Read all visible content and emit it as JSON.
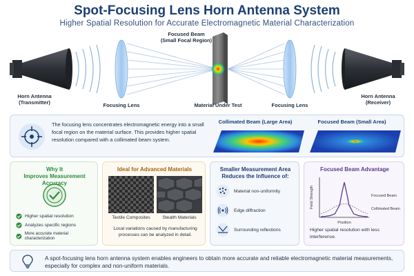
{
  "header": {
    "title": "Spot-Focusing Lens Horn Antenna System",
    "subtitle": "Higher Spatial Resolution for Accurate Electromagnetic Material Characterization"
  },
  "hero": {
    "tx_label": "Horn Antenna\n(Transmitter)",
    "lens_left_label": "Focusing Lens",
    "beam_label": "Focused Beam\n(Small Focal Region)",
    "mut_label": "Material Under Test",
    "lens_right_label": "Focusing Lens",
    "rx_label": "Horn Antenna\n(Receiver)"
  },
  "info": {
    "text": "The focusing lens concentrates electromagnetic energy into a small focal region on the material surface. This provides higher spatial resolution compared with a collimated beam system.",
    "collimated_caption": "Collimated Beam (Large Area)",
    "focused_caption": "Focused Beam (Small Area)",
    "icon": "target-crosshair-icon"
  },
  "accuracy_panel": {
    "title": "Why It\nImproves Measurement Accuracy",
    "items": [
      "Higher spatial resolution",
      "Analyzes specific regions",
      "More accurate material characterization"
    ]
  },
  "materials_panel": {
    "title": "Ideal for Advanced Materials",
    "image1_caption": "Textile Composites",
    "image2_caption": "Stealth Materials",
    "note": "Local variations caused by manufacturing processes can be analyzed in detail."
  },
  "area_panel": {
    "title": "Smaller Measurement Area\nReduces the Influence of:",
    "items": [
      "Material non-uniformity",
      "Edge diffraction",
      "Surrounding reflections"
    ]
  },
  "chart_panel": {
    "title": "Focused Beam Advantage",
    "note": "Higher spatial resolution with less interference."
  },
  "chart_data": {
    "type": "line",
    "title": "Focused Beam Advantage",
    "xlabel": "Position",
    "ylabel": "Field Strength",
    "x": [
      -5,
      -4,
      -3,
      -2,
      -1,
      -0.5,
      0,
      0.5,
      1,
      2,
      3,
      4,
      5
    ],
    "series": [
      {
        "name": "Focused Beam",
        "values": [
          0.02,
          0.03,
          0.05,
          0.1,
          0.35,
          0.7,
          1.0,
          0.7,
          0.35,
          0.1,
          0.05,
          0.03,
          0.02
        ]
      },
      {
        "name": "Collimated Beam",
        "values": [
          0.1,
          0.15,
          0.22,
          0.3,
          0.36,
          0.38,
          0.39,
          0.38,
          0.36,
          0.3,
          0.22,
          0.15,
          0.1
        ]
      }
    ],
    "xlim": [
      -5,
      5
    ],
    "ylim": [
      0,
      1.1
    ],
    "grid": false,
    "legend": "right"
  },
  "footer": {
    "text": "A spot-focusing lens horn antenna system enables engineers to obtain more accurate and reliable electromagnetic material measurements, especially for complex and non-uniform materials.",
    "icon": "lightbulb-icon"
  },
  "colors": {
    "title": "#1d3f72",
    "green": "#2e8b3a",
    "purple": "#5b3a8c",
    "blue_dark": "#1d3f72"
  }
}
